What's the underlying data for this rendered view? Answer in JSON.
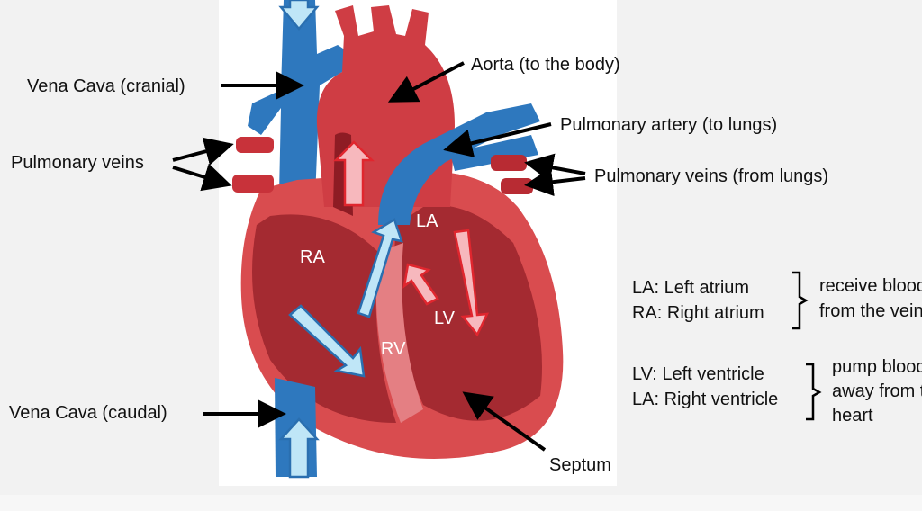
{
  "labels": {
    "vena_cava_cranial": "Vena Cava (cranial)",
    "aorta": "Aorta (to the body)",
    "pulmonary_artery": "Pulmonary artery (to lungs)",
    "pulmonary_veins_left": "Pulmonary veins",
    "pulmonary_veins_right": "Pulmonary veins (from lungs)",
    "vena_cava_caudal": "Vena Cava (caudal)",
    "septum": "Septum"
  },
  "chambers": {
    "ra": "RA",
    "la": "LA",
    "rv": "RV",
    "lv": "LV"
  },
  "legend": {
    "atria": {
      "lines": [
        "LA: Left atrium",
        "RA: Right atrium"
      ],
      "description": [
        "receive blood",
        "from the veins"
      ]
    },
    "ventricles": {
      "lines": [
        "LV: Left ventricle",
        "LA: Right ventricle"
      ],
      "description": [
        "pump blood",
        "away from the",
        "heart"
      ]
    }
  },
  "colors": {
    "blood_red": "#c8323a",
    "blood_red_dark": "#8e1c24",
    "blood_blue": "#2e78be",
    "arrow_blue": "#bfe6f7",
    "arrow_red": "#f7b8bd"
  }
}
